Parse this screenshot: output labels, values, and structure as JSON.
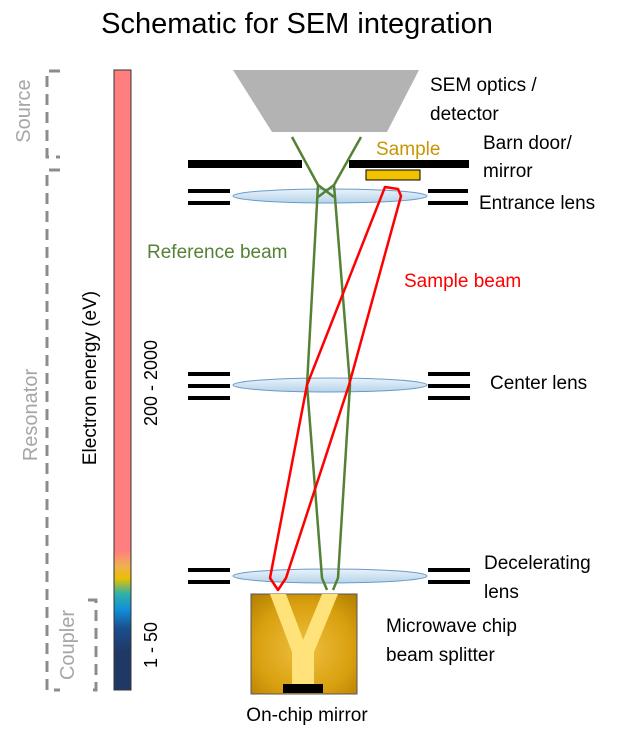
{
  "title": "Schematic for SEM integration",
  "stages": {
    "source": "Source",
    "resonator": "Resonator",
    "coupler": "Coupler"
  },
  "energy_bar": {
    "axis_label": "Electron energy (eV)",
    "high_range": "200 - 2000",
    "low_range": "1 - 50"
  },
  "components": {
    "sem_optics": [
      "SEM optics /",
      "detector"
    ],
    "sample": "Sample",
    "barn_door": [
      "Barn door/",
      "mirror"
    ],
    "entrance_lens": "Entrance lens",
    "center_lens": "Center lens",
    "decelerating_lens": [
      "Decelerating",
      "lens"
    ],
    "microwave_chip": [
      "Microwave chip",
      "beam splitter"
    ],
    "on_chip_mirror": "On-chip mirror"
  },
  "beams": {
    "reference": "Reference beam",
    "sample": "Sample beam"
  },
  "colors": {
    "reference_beam": "#548235",
    "sample_beam": "#ff0000",
    "sample_label": "#c89600",
    "stage_labels": "#a6a6a6",
    "energy_high": "#ff7f7f",
    "energy_low": "#1f3864"
  }
}
